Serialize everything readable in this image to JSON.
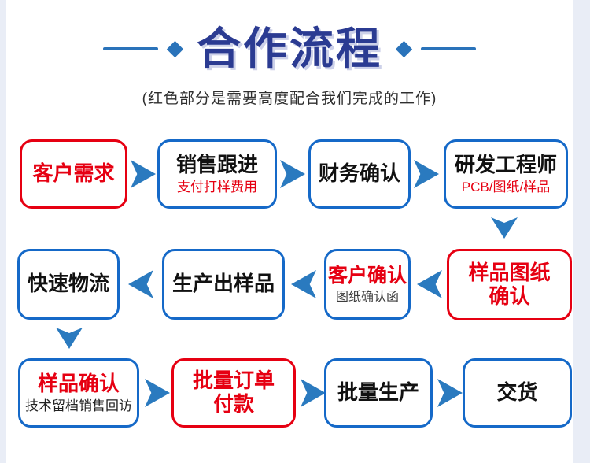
{
  "colors": {
    "title_blue": "#2b3b92",
    "box_border_blue": "#1569c8",
    "arrow_blue": "#2a7abf",
    "decoration_blue": "#2a73ba",
    "highlight_red": "#e60012",
    "side_background": "#e9edf6"
  },
  "header": {
    "title": "合作流程",
    "subtitle": "(红色部分是需要高度配合我们完成的工作)"
  },
  "flow": {
    "steps": [
      {
        "label": "客户需求"
      },
      {
        "label": "销售跟进",
        "sub": "支付打样费用"
      },
      {
        "label": "财务确认"
      },
      {
        "label": "研发工程师",
        "sub": "PCB/图纸/样品"
      },
      {
        "label": "样品图纸\n确认"
      },
      {
        "label": "客户确认",
        "sub": "图纸确认函"
      },
      {
        "label": "生产出样品"
      },
      {
        "label": "快速物流"
      },
      {
        "label": "样品确认",
        "sub": "技术留档销售回访"
      },
      {
        "label": "批量订单\n付款"
      },
      {
        "label": "批量生产"
      },
      {
        "label": "交货"
      }
    ]
  }
}
